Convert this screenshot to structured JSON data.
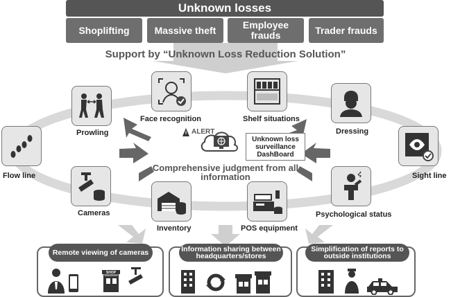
{
  "header": {
    "title": "Unknown losses"
  },
  "categories": [
    {
      "label": "Shoplifting"
    },
    {
      "label": "Massive theft"
    },
    {
      "label": "Employee frauds"
    },
    {
      "label": "Trader frauds"
    }
  ],
  "support_text": "Support by “Unknown Loss Reduction Solution”",
  "nodes": {
    "prowling": "Prowling",
    "face_recognition": "Face recognition",
    "shelf_situations": "Shelf situations",
    "dressing": "Dressing",
    "flow_line": "Flow line",
    "sight_line": "Sight line",
    "cameras": "Cameras",
    "inventory": "Inventory",
    "pos_equipment": "POS equipment",
    "psychological_status": "Psychological status"
  },
  "center": {
    "alert": "ALERT",
    "dashboard": "Unknown loss surveillance DashBoard",
    "judgment": "Comprehensive judgment from all information"
  },
  "outcomes": [
    {
      "title": "Remote viewing of cameras"
    },
    {
      "title": "Information sharing between headquarters/stores"
    },
    {
      "title": "Simplification of reports to outside institutions"
    }
  ],
  "shop_sign": "SHOP",
  "colors": {
    "dark": "#555555",
    "medium": "#6e6e6e",
    "light": "#e6e6e6",
    "ring": "#d9d9d9"
  }
}
